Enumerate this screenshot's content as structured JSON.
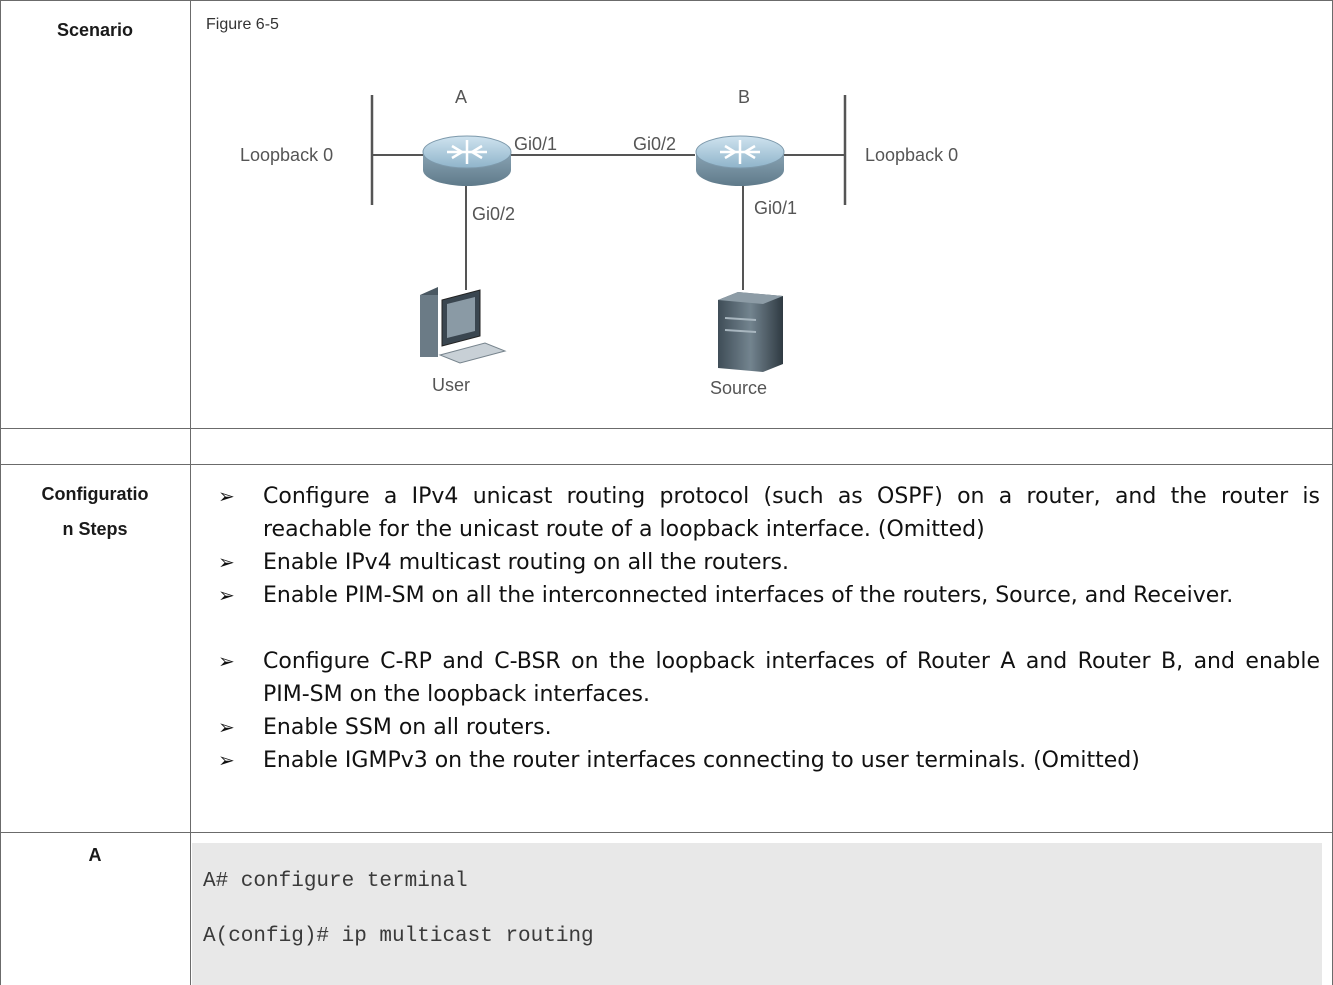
{
  "rows": {
    "scenario_label": "Scenario",
    "config_label_line1": "Configuratio",
    "config_label_line2": "n Steps",
    "device_label": "A"
  },
  "figure": {
    "caption": "Figure 6-5",
    "labels": {
      "router_a": "A",
      "router_b": "B",
      "loopback_left": "Loopback 0",
      "loopback_right": "Loopback 0",
      "a_gi01": "Gi0/1",
      "a_gi02": "Gi0/2",
      "b_gi02": "Gi0/2",
      "b_gi01": "Gi0/1",
      "user": "User",
      "source": "Source"
    }
  },
  "steps": [
    "Configure a IPv4 unicast routing protocol (such as OSPF) on a router, and the router is reachable for the unicast route of a loopback interface. (Omitted)",
    "Enable IPv4 multicast routing on all the routers.",
    "Enable PIM-SM on all the interconnected interfaces of the routers, Source, and Receiver.",
    "Configure C-RP and C-BSR on the loopback interfaces of Router A and Router B, and enable PIM-SM on the loopback interfaces.",
    "Enable SSM on all routers.",
    "Enable IGMPv3 on the router interfaces connecting to user terminals. (Omitted)"
  ],
  "bullet_glyph": "➢",
  "code": [
    "A# configure terminal",
    "A(config)# ip multicast routing"
  ]
}
